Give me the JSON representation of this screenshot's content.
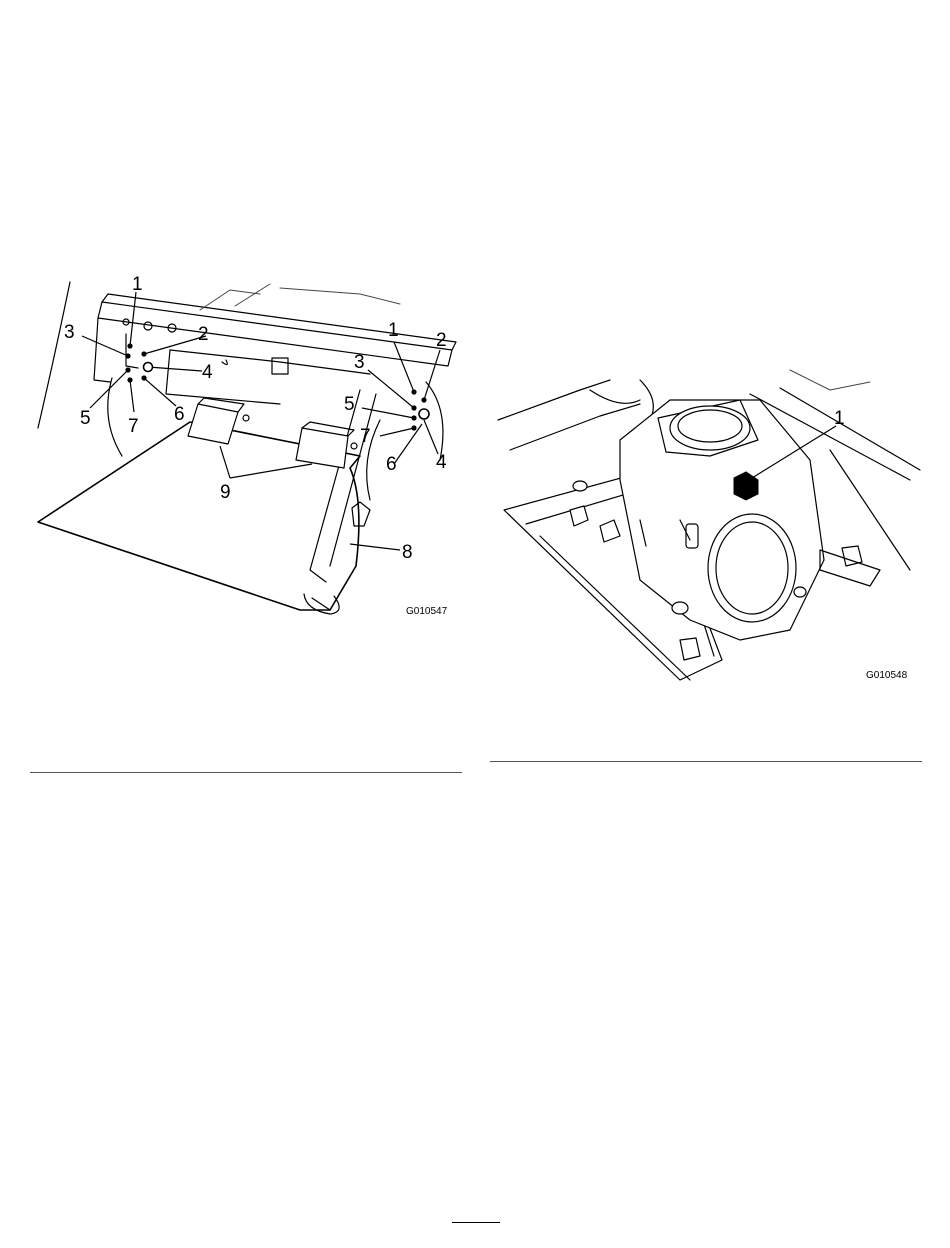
{
  "figures": [
    {
      "id": "G010547",
      "callouts": [
        "1",
        "2",
        "3",
        "4",
        "5",
        "6",
        "7",
        "1",
        "2",
        "3",
        "4",
        "5",
        "6",
        "7",
        "8",
        "9"
      ]
    },
    {
      "id": "G010548",
      "callouts": [
        "1"
      ]
    }
  ]
}
